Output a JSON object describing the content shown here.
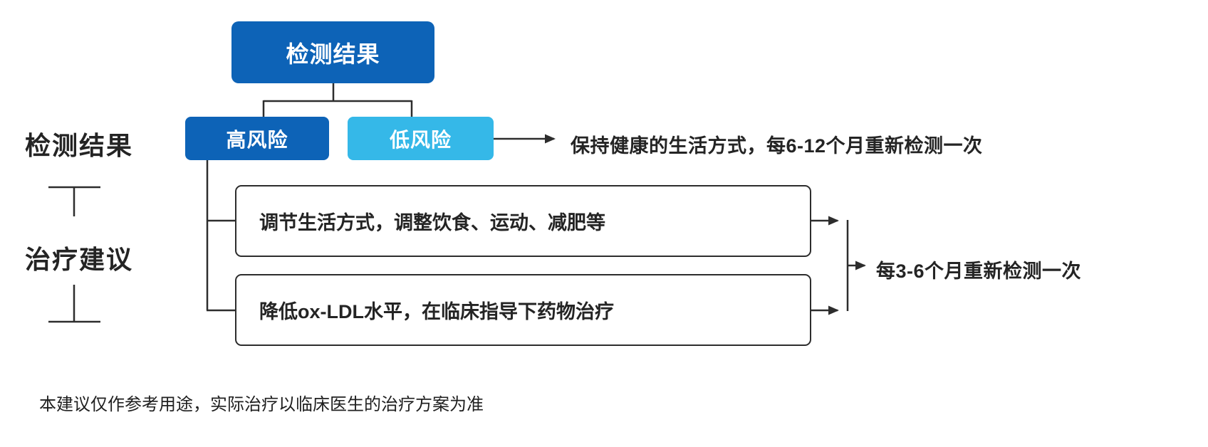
{
  "colors": {
    "dark_blue": "#0d63b7",
    "light_blue": "#35b8e8",
    "line": "#2d2d2d",
    "text": "#242424"
  },
  "diagram": {
    "root_label": "检测结果",
    "high_risk_label": "高风险",
    "low_risk_label": "低风险",
    "low_risk_note": "保持健康的生活方式，每6-12个月重新检测一次",
    "treatments": [
      {
        "label": "调节生活方式，调整饮食、运动、减肥等"
      },
      {
        "label": "降低ox-LDL水平，在临床指导下药物治疗"
      }
    ],
    "treatment_note": "每3-6个月重新检测一次",
    "side_labels": {
      "top": "检测结果",
      "bottom": "治疗建议"
    },
    "footnote": "本建议仅作参考用途，实际治疗以临床医生的治疗方案为准"
  }
}
